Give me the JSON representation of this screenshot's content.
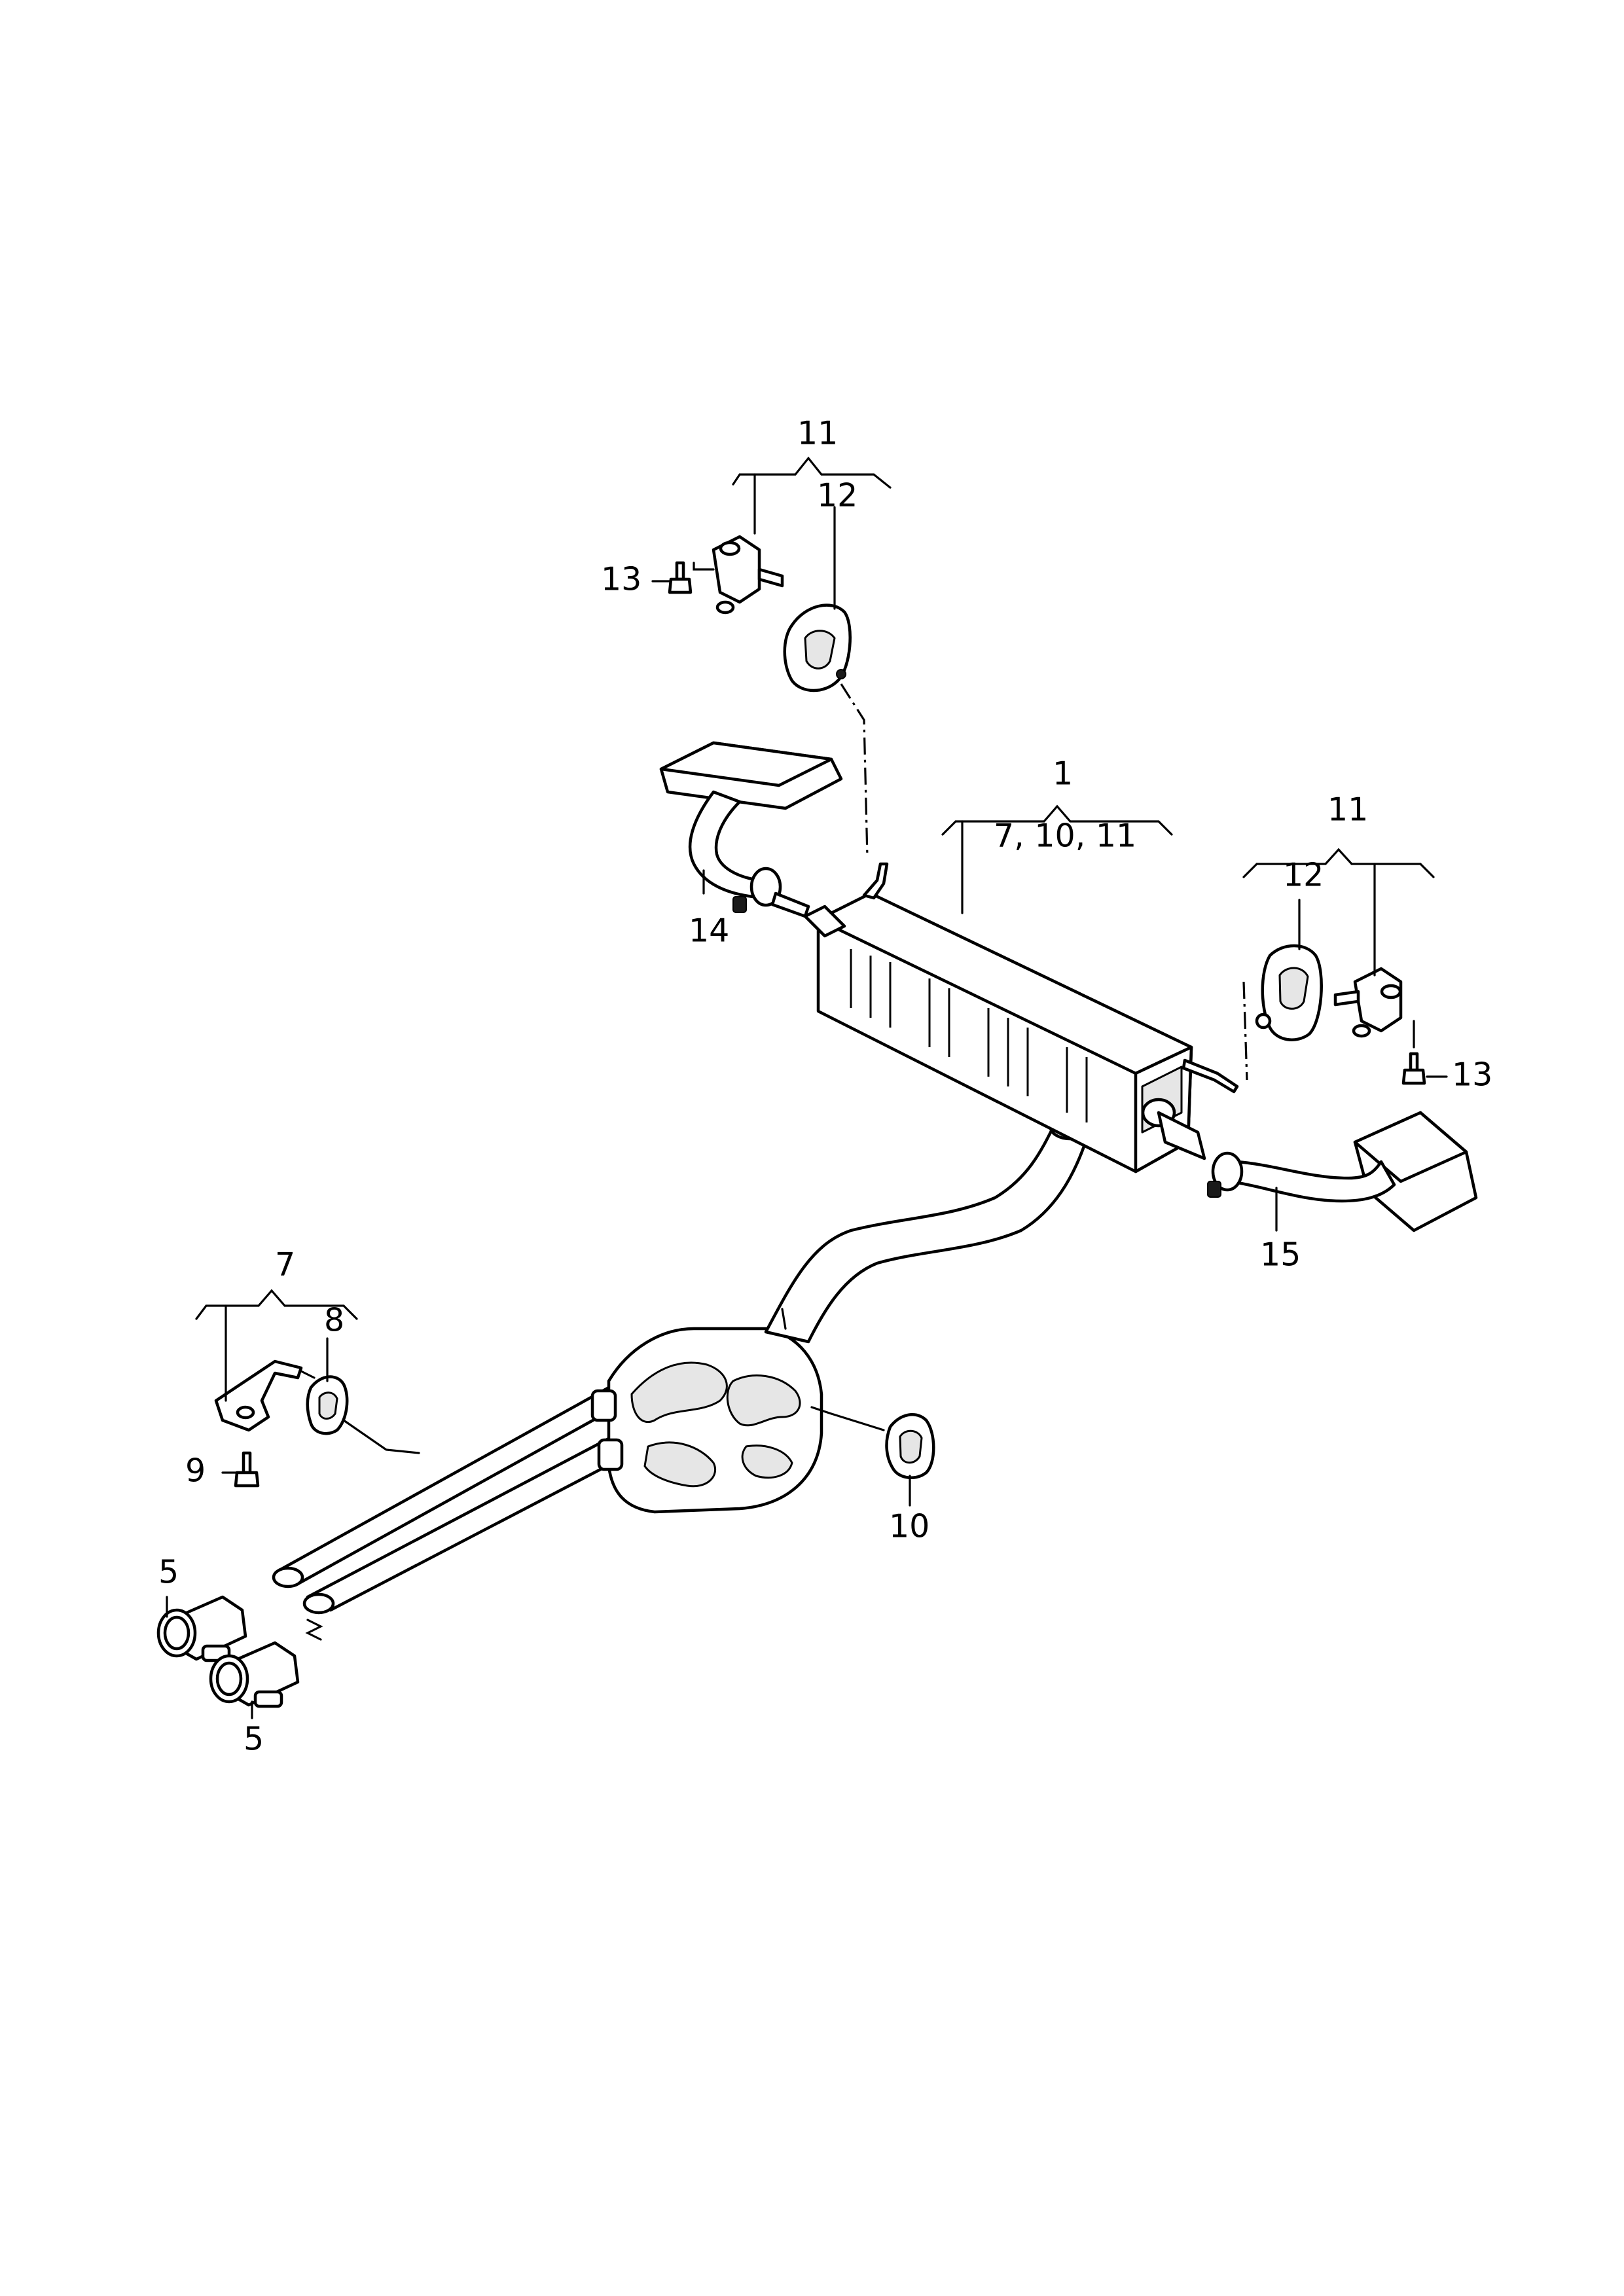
{
  "diagram": {
    "labels": {
      "l1": "1",
      "l1_includes": "7, 10, 11",
      "l5a": "5",
      "l5b": "5",
      "l7": "7",
      "l8": "8",
      "l9": "9",
      "l10": "10",
      "l11a": "11",
      "l11b": "11",
      "l12a": "12",
      "l12b": "12",
      "l13a": "13",
      "l13b": "13",
      "l14": "14",
      "l15": "15"
    }
  }
}
